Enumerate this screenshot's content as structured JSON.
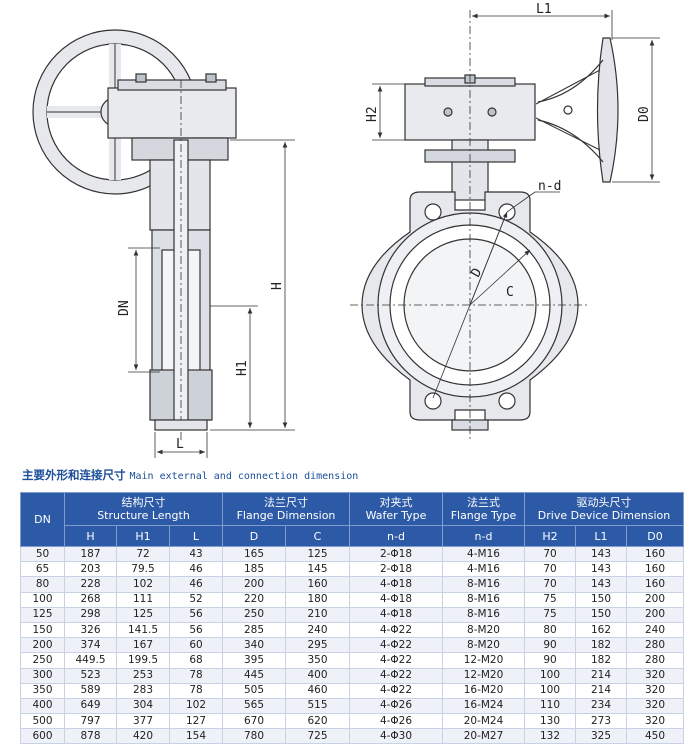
{
  "drawing": {
    "labels": {
      "L1": "L1",
      "H2": "H2",
      "D0": "D0",
      "nd": "n-d",
      "D": "D",
      "C": "C",
      "DN": "DN",
      "H": "H",
      "H1": "H1",
      "L": "L"
    }
  },
  "caption": {
    "cn": "主要外形和连接尺寸",
    "en": "Main external and connection  dimension"
  },
  "table": {
    "groups": {
      "dn": "DN",
      "structure_cn": "结构尺寸",
      "structure_en": "Structure Length",
      "flange_dim_cn": "法兰尺寸",
      "flange_dim_en": "Flange Dimension",
      "wafer_cn": "对夹式",
      "wafer_en": "Wafer Type",
      "flange_type_cn": "法兰式",
      "flange_type_en": "Flange Type",
      "drive_cn": "驱动头尺寸",
      "drive_en": "Drive Device Dimension"
    },
    "subheaders": [
      "H",
      "H1",
      "L",
      "D",
      "C",
      "n-d",
      "n-d",
      "H2",
      "L1",
      "D0"
    ],
    "rows": [
      [
        "50",
        "187",
        "72",
        "43",
        "165",
        "125",
        "2-Φ18",
        "4-M16",
        "70",
        "143",
        "160"
      ],
      [
        "65",
        "203",
        "79.5",
        "46",
        "185",
        "145",
        "2-Φ18",
        "4-M16",
        "70",
        "143",
        "160"
      ],
      [
        "80",
        "228",
        "102",
        "46",
        "200",
        "160",
        "4-Φ18",
        "8-M16",
        "70",
        "143",
        "160"
      ],
      [
        "100",
        "268",
        "111",
        "52",
        "220",
        "180",
        "4-Φ18",
        "8-M16",
        "75",
        "150",
        "200"
      ],
      [
        "125",
        "298",
        "125",
        "56",
        "250",
        "210",
        "4-Φ18",
        "8-M16",
        "75",
        "150",
        "200"
      ],
      [
        "150",
        "326",
        "141.5",
        "56",
        "285",
        "240",
        "4-Φ22",
        "8-M20",
        "80",
        "162",
        "240"
      ],
      [
        "200",
        "374",
        "167",
        "60",
        "340",
        "295",
        "4-Φ22",
        "8-M20",
        "90",
        "182",
        "280"
      ],
      [
        "250",
        "449.5",
        "199.5",
        "68",
        "395",
        "350",
        "4-Φ22",
        "12-M20",
        "90",
        "182",
        "280"
      ],
      [
        "300",
        "523",
        "253",
        "78",
        "445",
        "400",
        "4-Φ22",
        "12-M20",
        "100",
        "214",
        "320"
      ],
      [
        "350",
        "589",
        "283",
        "78",
        "505",
        "460",
        "4-Φ22",
        "16-M20",
        "100",
        "214",
        "320"
      ],
      [
        "400",
        "649",
        "304",
        "102",
        "565",
        "515",
        "4-Φ26",
        "16-M24",
        "110",
        "234",
        "320"
      ],
      [
        "500",
        "797",
        "377",
        "127",
        "670",
        "620",
        "4-Φ26",
        "20-M24",
        "130",
        "273",
        "320"
      ],
      [
        "600",
        "878",
        "420",
        "154",
        "780",
        "725",
        "4-Φ30",
        "20-M27",
        "132",
        "325",
        "450"
      ]
    ]
  }
}
